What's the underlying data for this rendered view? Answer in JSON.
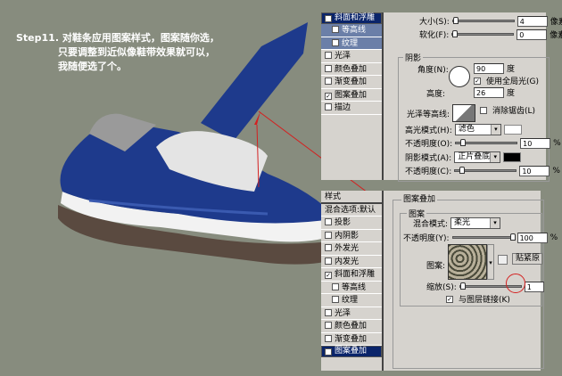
{
  "step": {
    "title": "Step11.",
    "line1": "对鞋条应用图案样式，图案随你选，",
    "line2": "只要调整到近似像鞋带效果就可以，",
    "line3": "我随便选了个。"
  },
  "top_panel": {
    "list": [
      {
        "label": "斜面和浮雕",
        "checked": true,
        "state": "selected"
      },
      {
        "label": "等高线",
        "checked": false,
        "state": "sub"
      },
      {
        "label": "纹理",
        "checked": false,
        "state": "sub"
      },
      {
        "label": "光泽",
        "checked": false
      },
      {
        "label": "颜色叠加",
        "checked": false
      },
      {
        "label": "渐变叠加",
        "checked": false
      },
      {
        "label": "图案叠加",
        "checked": true
      },
      {
        "label": "描边",
        "checked": false
      }
    ],
    "size_label": "大小(S):",
    "size_value": "4",
    "size_unit": "像素",
    "soften_label": "软化(F):",
    "soften_value": "0",
    "soften_unit": "像素",
    "shading_group": "阴影",
    "angle_label": "角度(N):",
    "angle_value": "90",
    "angle_unit": "度",
    "global_light": "使用全局光(G)",
    "altitude_label": "高度:",
    "altitude_value": "26",
    "altitude_unit": "度",
    "gloss_label": "光泽等高线:",
    "antialias": "消除锯齿(L)",
    "highlight_label": "高光模式(H):",
    "highlight_mode": "滤色",
    "highlight_color": "#ffffff",
    "hl_opacity_label": "不透明度(O):",
    "hl_opacity": "10",
    "pct": "%",
    "shadow_label": "阴影模式(A):",
    "shadow_mode": "正片叠底",
    "shadow_color": "#000000",
    "sh_opacity_label": "不透明度(C):",
    "sh_opacity": "10"
  },
  "bottom_panel": {
    "styles_header": "样式",
    "blend_default": "混合选项:默认",
    "list": [
      {
        "label": "投影",
        "checked": false
      },
      {
        "label": "内阴影",
        "checked": false
      },
      {
        "label": "外发光",
        "checked": false
      },
      {
        "label": "内发光",
        "checked": false
      },
      {
        "label": "斜面和浮雕",
        "checked": true
      },
      {
        "label": "等高线",
        "checked": false,
        "state": "sub"
      },
      {
        "label": "纹理",
        "checked": false,
        "state": "sub"
      },
      {
        "label": "光泽",
        "checked": false
      },
      {
        "label": "颜色叠加",
        "checked": false
      },
      {
        "label": "渐变叠加",
        "checked": false
      },
      {
        "label": "图案叠加",
        "checked": true,
        "state": "selected"
      }
    ],
    "group_title": "图案叠加",
    "sub_group": "图案",
    "blend_label": "混合模式:",
    "blend_mode": "柔光",
    "opacity_label": "不透明度(Y):",
    "opacity_value": "100",
    "pct": "%",
    "pattern_label": "图案:",
    "snap_button": "贴紧原",
    "scale_label": "缩放(S):",
    "scale_value": "1",
    "link_label": "与图层链接(K)"
  },
  "colors": {
    "shoe_blue": "#1e3a8c",
    "annotation_red": "#d42020",
    "dialog_selected": "#0a246a"
  }
}
